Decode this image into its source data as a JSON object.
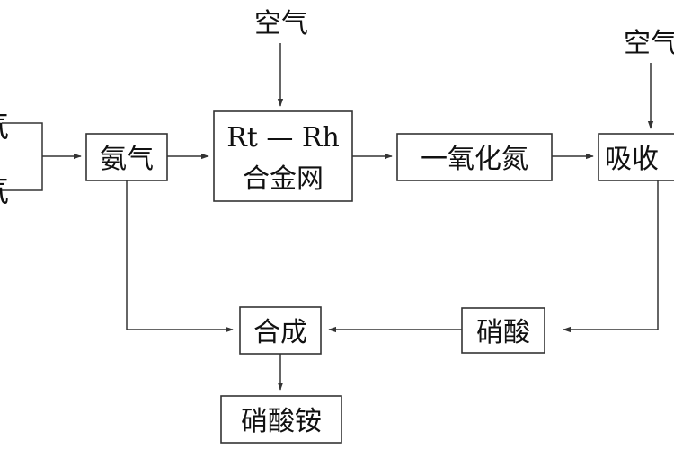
{
  "diagram": {
    "nodes": {
      "left_top_fragment": "气",
      "left_bottom_fragment": "气",
      "ammonia": "氨气",
      "catalyst_line1": "Rt — Rh",
      "catalyst_line2": "合金网",
      "no": "一氧化氮",
      "absorb": "吸收",
      "nitric_acid": "硝酸",
      "synthesis": "合成",
      "ammonium_nitrate": "硝酸铵",
      "air_top": "空气",
      "air_right": "空气"
    },
    "colors": {
      "line": "#333333",
      "text": "#111111",
      "background": "#ffffff"
    }
  }
}
